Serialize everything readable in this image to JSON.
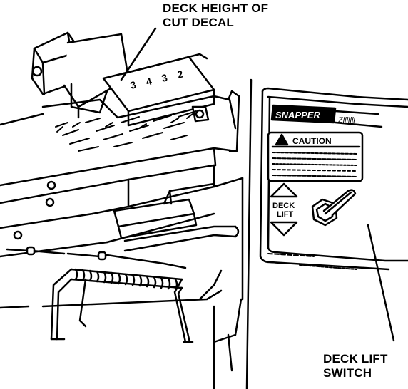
{
  "callouts": {
    "deck_height_decal": {
      "line1": "DECK HEIGHT OF",
      "line2": "CUT DECAL"
    },
    "deck_lift_switch": {
      "line1": "DECK LIFT",
      "line2": "SWITCH"
    }
  },
  "decal": {
    "numbers": [
      "3",
      "4",
      "3",
      "2"
    ]
  },
  "panel": {
    "brand": "SNAPPER",
    "brand_script": "Zililili",
    "caution_title": "CAUTION",
    "lift_label_line1": "DECK",
    "lift_label_line2": "LIFT"
  },
  "colors": {
    "ink": "#000000",
    "paper": "#ffffff"
  }
}
